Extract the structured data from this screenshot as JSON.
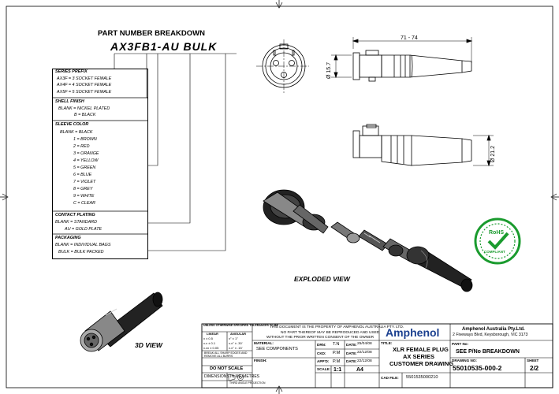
{
  "breakdown": {
    "title": "PART NUMBER BREAKDOWN",
    "part_number": "AX3FB1-AU BULK",
    "groups": [
      {
        "heading": "SERIES PREFIX",
        "lines": [
          "AX3F = 3 SOCKET FEMALE",
          "AX4F = 4 SOCKET FEMALE",
          "AX5F = 5 SOCKET FEMALE"
        ]
      },
      {
        "heading": "SHELL FINISH",
        "lines": [
          "BLANK = NICKEL PLATED",
          "B = BLACK"
        ]
      },
      {
        "heading": "SLEEVE COLOR",
        "lines": [
          "BLANK = BLACK",
          "1 = BROWN",
          "2 = RED",
          "3 = ORANGE",
          "4 = YELLOW",
          "5 = GREEN",
          "6 = BLUE",
          "7 = VIOLET",
          "8 = GREY",
          "9 = WHITE",
          "C = CLEAR"
        ]
      },
      {
        "heading": "CONTACT PLATING",
        "lines": [
          "BLANK = STANDARD",
          "AU = GOLD PLATE"
        ]
      },
      {
        "heading": "PACKAGING",
        "lines": [
          "BLANK = INDIVIDUAL BAGS",
          "BULK = BULK PACKED"
        ]
      }
    ]
  },
  "dimensions": {
    "length": "71 - 74",
    "front_diameter": "Ø 15.7",
    "sleeve_diameter": "Ø 21.2"
  },
  "views": {
    "exploded": "EXPLODED VIEW",
    "three_d": "3D VIEW"
  },
  "rohs": {
    "top": "RoHS",
    "bottom": "COMPLIANT"
  },
  "title_block": {
    "tolerance": {
      "header": "UNLESS OTHERWISE SPECIFIED TOLERANCES TO BE",
      "col_linear": "LINEAR",
      "col_angular": "ANGULAR",
      "rows": [
        {
          "lin": "x    ± 0.5",
          "ang": "x°    ± 1°"
        },
        {
          "lin": "x.x  ± 0.1",
          "ang": "x.x°  ± .30'"
        },
        {
          "lin": "x.xx ± 0.05",
          "ang": "x.x° ± .15'"
        }
      ],
      "break_edges": "BREAK ALL SHARP EDGES AND REMOVE ALL BURRS",
      "do_not_scale": "DO NOT SCALE",
      "units": "DIMENSIONS IN MILIMETRES",
      "projection": "THIRD ANGLE PROJECTION"
    },
    "notice": [
      "THIS DOCUMENT IS THE PROPERTY OF AMPHENOL AUSTRALIA PTY. LTD.",
      "NO PART THEREOF MAY BE REPRODUCED AND USED",
      "WITHOUT THE PRIOR WRITTEN CONSENT OF THE OWNER"
    ],
    "material_label": "MATERIAL:",
    "material_value": "SEE COMPONENTS",
    "finish_label": "FINISH:",
    "drn_label": "DRN:",
    "drn_value": "T.N",
    "ckd_label": "CKD:",
    "ckd_value": "P.M",
    "appd_label": "APP'D:",
    "appd_value": "P.M",
    "date_label": "DATE:",
    "drn_date": "25/04/08",
    "ckd_date": "22/12/08",
    "appd_date": "22/12/08",
    "scale_label": "SCALE:",
    "scale_value": "1:1",
    "size_value": "A4",
    "brand": "Amphenol",
    "company": "Amphenol Australia Pty.Ltd.",
    "address": "2 Fiveways Blvd, Keysborough, VIC 3173",
    "title_label": "TITLE:",
    "title_lines": [
      "XLR FEMALE PLUG",
      "AX SERIES",
      "CUSTOMER DRAWING"
    ],
    "cad_label": "CAD FILE:",
    "cad_value": "5501535000210",
    "partno_label": "PART No:",
    "partno_value": "SEE P/No BREAKDOWN",
    "drawing_label": "DRAWING NO:",
    "drawing_value": "55010535-000-2",
    "sheet_label": "SHEET",
    "sheet_value": "2/2"
  }
}
